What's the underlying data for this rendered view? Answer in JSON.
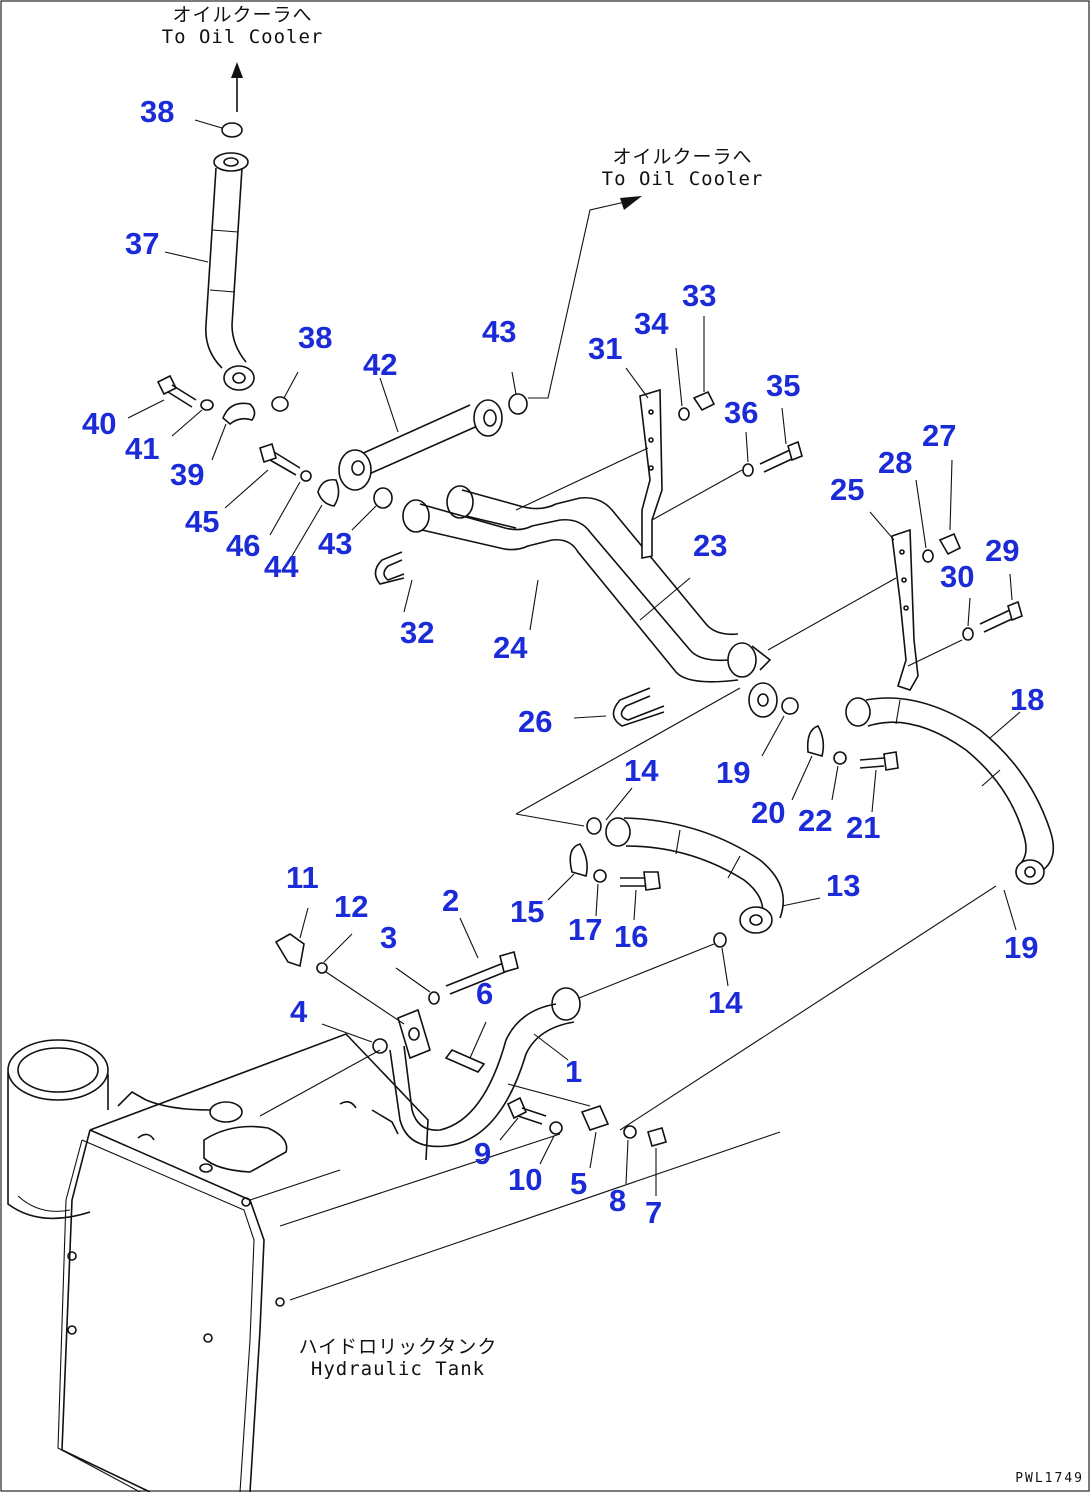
{
  "notes": {
    "oil_cooler_top": {
      "ja": "オイルクーラへ",
      "en": "To Oil Cooler"
    },
    "oil_cooler_right": {
      "ja": "オイルクーラへ",
      "en": "To Oil Cooler"
    },
    "hydraulic_tank": {
      "ja": "ハイドロリックタンク",
      "en": "Hydraulic Tank"
    }
  },
  "drawing_code": "PWL1749",
  "parts": {
    "p1": "1",
    "p2": "2",
    "p3": "3",
    "p4": "4",
    "p5": "5",
    "p6": "6",
    "p7": "7",
    "p8": "8",
    "p9": "9",
    "p10": "10",
    "p11": "11",
    "p12": "12",
    "p13": "13",
    "p14a": "14",
    "p14b": "14",
    "p15": "15",
    "p16": "16",
    "p17": "17",
    "p18": "18",
    "p19a": "19",
    "p19b": "19",
    "p20": "20",
    "p21": "21",
    "p22": "22",
    "p23": "23",
    "p24": "24",
    "p25": "25",
    "p26": "26",
    "p27": "27",
    "p28": "28",
    "p29": "29",
    "p30": "30",
    "p31": "31",
    "p32": "32",
    "p33": "33",
    "p34": "34",
    "p35": "35",
    "p36": "36",
    "p37": "37",
    "p38a": "38",
    "p38b": "38",
    "p39": "39",
    "p40": "40",
    "p41": "41",
    "p42": "42",
    "p43a": "43",
    "p43b": "43",
    "p44": "44",
    "p45": "45",
    "p46": "46"
  },
  "colors": {
    "part_number": "#1b2bd8",
    "line": "#111111",
    "background": "#ffffff"
  }
}
